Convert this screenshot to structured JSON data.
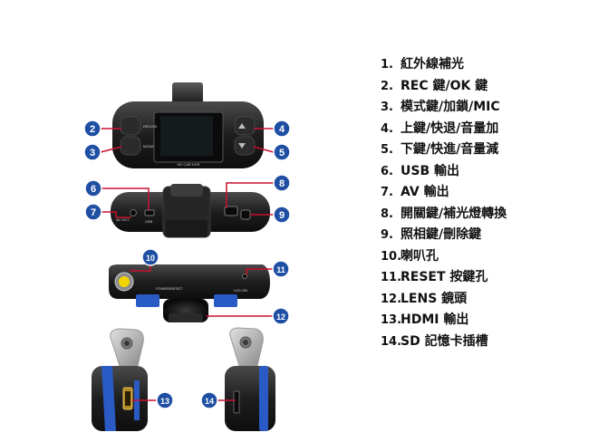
{
  "device_label": "HD CAR DVR",
  "button_labels": {
    "rec_ok": "REC/OK",
    "mode": "MODE"
  },
  "port_labels": {
    "av_out": "AV OUT",
    "usb": "USB",
    "power_reset": "POWER/RESET",
    "led": "LED ON"
  },
  "callouts": [
    "2",
    "3",
    "4",
    "5",
    "6",
    "7",
    "8",
    "9",
    "10",
    "11",
    "12",
    "13",
    "14"
  ],
  "legend": [
    {
      "num": "1.",
      "text": "紅外線補光"
    },
    {
      "num": "2.",
      "text": "REC 鍵/OK 鍵"
    },
    {
      "num": "3.",
      "text": "模式鍵/加鎖/MIC"
    },
    {
      "num": "4.",
      "text": "上鍵/快退/音量加"
    },
    {
      "num": "5.",
      "text": "下鍵/快進/音量減"
    },
    {
      "num": "6.",
      "text": "USB  輸出"
    },
    {
      "num": "7.",
      "text": "AV  輸出"
    },
    {
      "num": "8.",
      "text": "開關鍵/補光燈轉換"
    },
    {
      "num": "9.",
      "text": "照相鍵/刪除鍵"
    },
    {
      "num": "10.",
      "text": "喇叭孔"
    },
    {
      "num": "11.",
      "text": "RESET 按鍵孔"
    },
    {
      "num": "12.",
      "text": "LENS  鏡頭"
    },
    {
      "num": "13.",
      "text": "HDMI  輸出"
    },
    {
      "num": "14.",
      "text": "SD  記憶卡插槽"
    }
  ],
  "colors": {
    "badge": "#1e4fa3",
    "line": "#c8102e",
    "body": "#1c1c1c",
    "accent": "#2a5bc4"
  }
}
